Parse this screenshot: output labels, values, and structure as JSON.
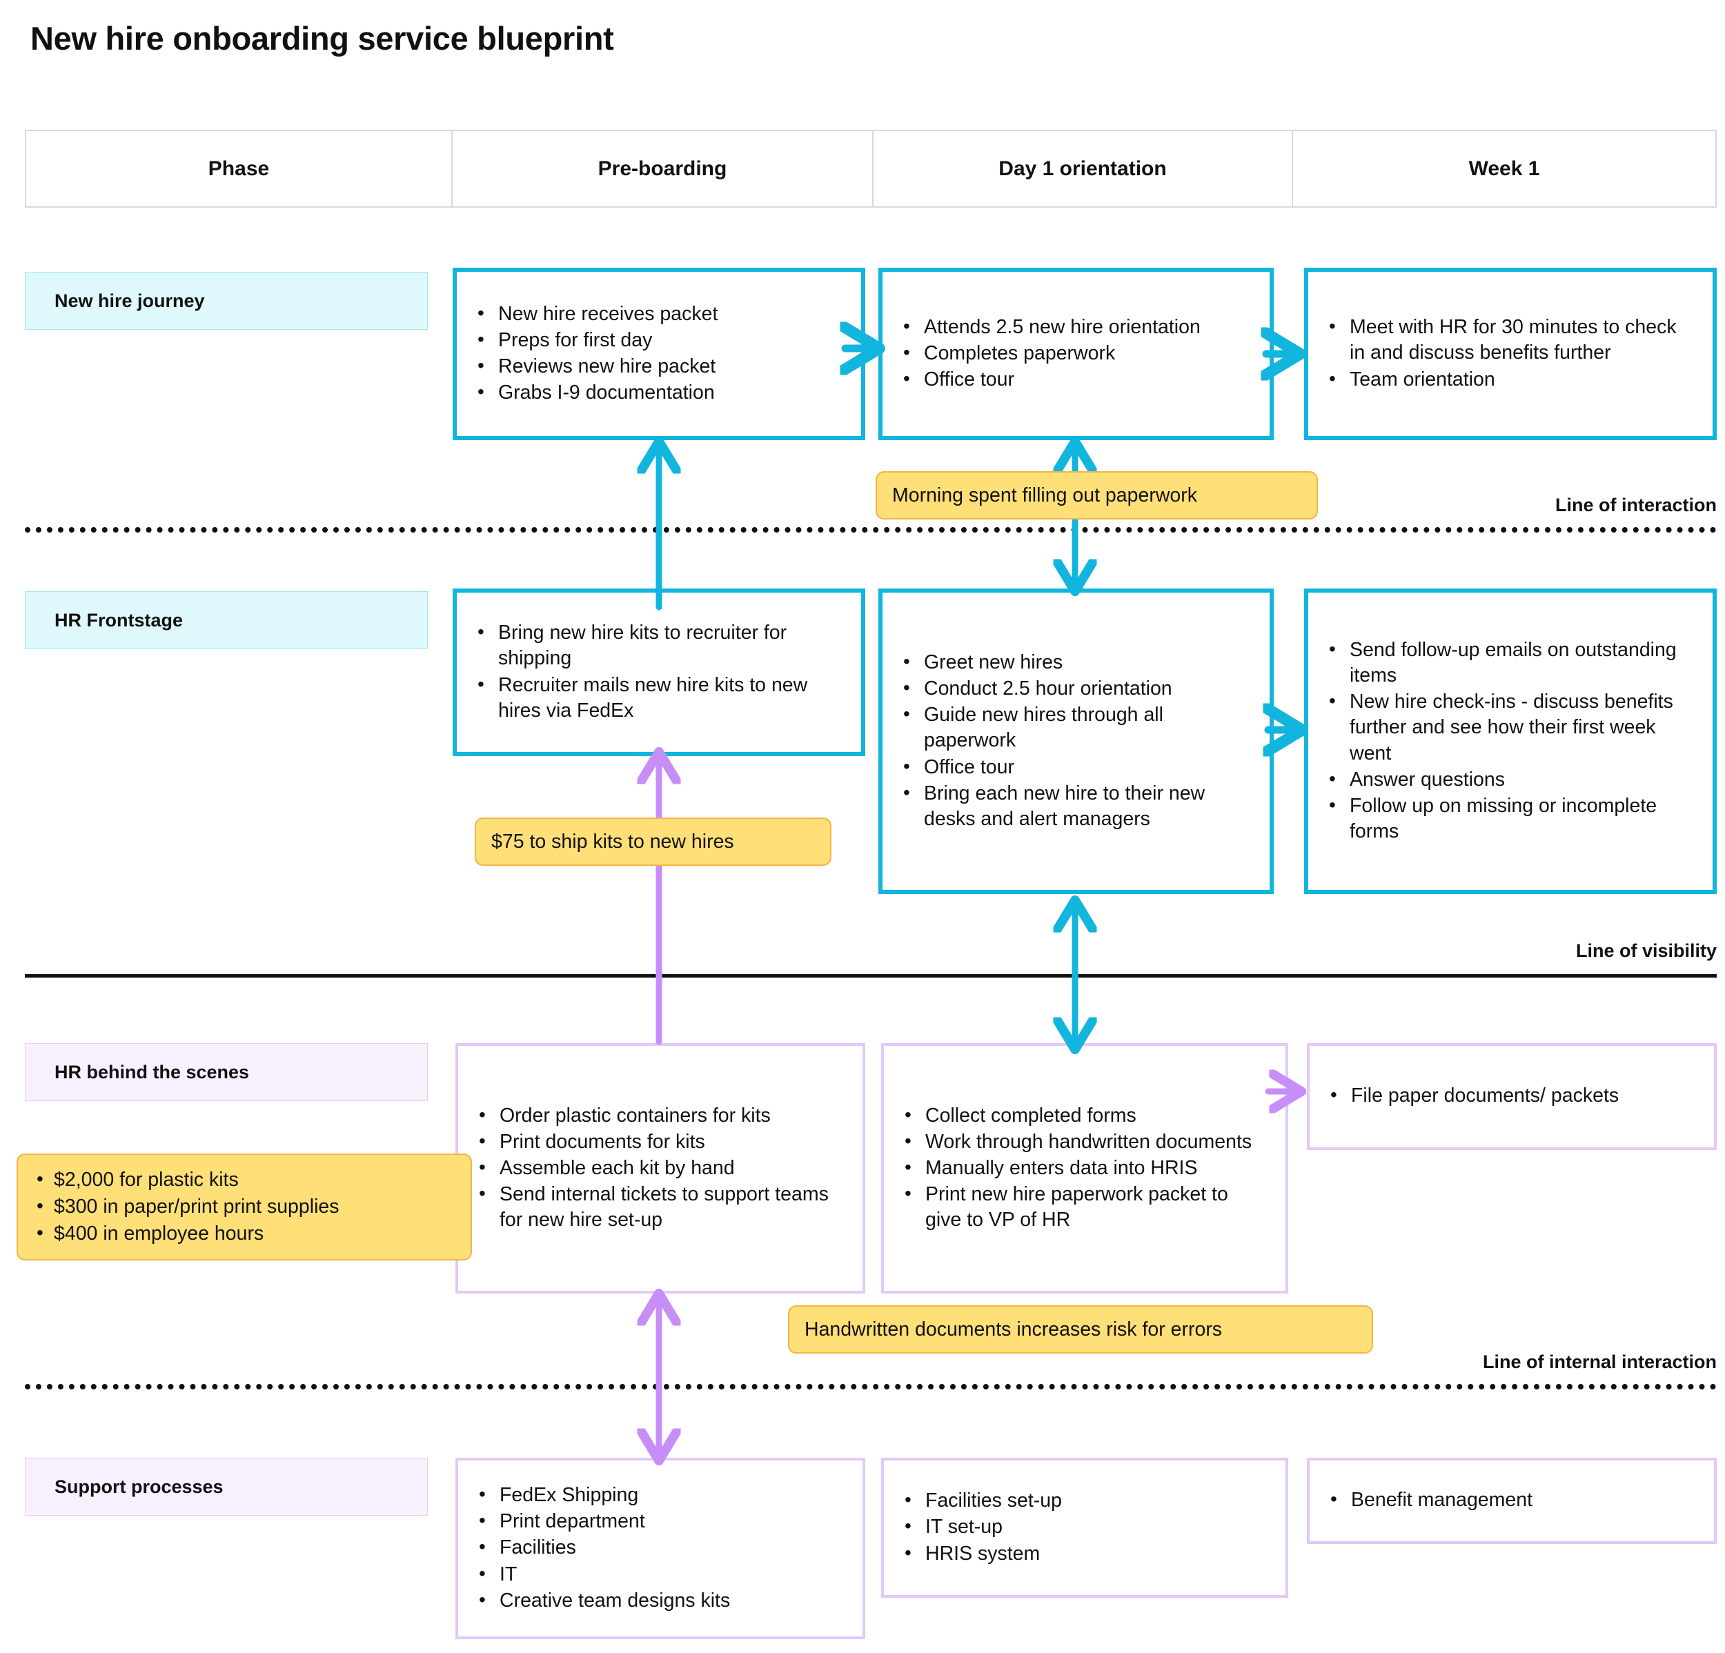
{
  "title": "New hire onboarding service blueprint",
  "colors": {
    "cyan_border": "#12b5de",
    "cyan_fill": "#dff8fb",
    "lilac_border": "#e2c9fb",
    "lilac_fill": "#f8f1fd",
    "callout_fill": "#ffdf77",
    "callout_border": "#f2b544",
    "purple_arrow": "#c78ef8",
    "line_color": "#111111"
  },
  "header": {
    "cells": [
      {
        "label": "Phase"
      },
      {
        "label": "Pre-boarding"
      },
      {
        "label": "Day 1 orientation"
      },
      {
        "label": "Week 1"
      }
    ]
  },
  "rows": [
    {
      "label": "New hire journey",
      "cells": [
        {
          "column": "Pre-boarding",
          "items": [
            "New hire receives packet",
            "Preps for first day",
            "Reviews new hire packet",
            "Grabs I-9 documentation"
          ]
        },
        {
          "column": "Day 1 orientation",
          "items": [
            "Attends 2.5 new hire orientation",
            "Completes paperwork",
            "Office tour"
          ]
        },
        {
          "column": "Week 1",
          "items": [
            "Meet with HR for 30 minutes to check in and discuss benefits further",
            "Team orientation"
          ]
        }
      ]
    },
    {
      "label": "HR Frontstage",
      "cells": [
        {
          "column": "Pre-boarding",
          "items": [
            "Bring new hire kits to recruiter for shipping",
            "Recruiter mails new hire kits to new hires via FedEx"
          ]
        },
        {
          "column": "Day 1 orientation",
          "items": [
            "Greet new hires",
            "Conduct 2.5 hour orientation",
            "Guide new hires through all paperwork",
            "Office tour",
            "Bring each new hire to their new desks and alert managers"
          ]
        },
        {
          "column": "Week 1",
          "items": [
            "Send follow-up emails on outstanding items",
            "New hire check-ins - discuss benefits further and see how their first week went",
            "Answer questions",
            "Follow up on missing or incomplete forms"
          ]
        }
      ]
    },
    {
      "label": "HR behind the scenes",
      "cells": [
        {
          "column": "Pre-boarding",
          "items": [
            "Order plastic containers for kits",
            "Print documents for kits",
            "Assemble each kit by hand",
            "Send internal tickets to support teams for new hire set-up"
          ]
        },
        {
          "column": "Day 1 orientation",
          "items": [
            "Collect completed forms",
            "Work through handwritten documents",
            "Manually enters data into HRIS",
            "Print new hire paperwork packet to give to VP of HR"
          ]
        },
        {
          "column": "Week 1",
          "items": [
            "File paper documents/ packets"
          ]
        }
      ]
    },
    {
      "label": "Support processes",
      "cells": [
        {
          "column": "Pre-boarding",
          "items": [
            "FedEx Shipping",
            "Print department",
            "Facilities",
            "IT",
            "Creative team designs kits"
          ]
        },
        {
          "column": "Day 1 orientation",
          "items": [
            "Facilities set-up",
            "IT set-up",
            "HRIS system"
          ]
        },
        {
          "column": "Week 1",
          "items": [
            "Benefit management"
          ]
        }
      ]
    }
  ],
  "separators": [
    {
      "label": "Line of interaction",
      "style": "dotted"
    },
    {
      "label": "Line of visibility",
      "style": "solid"
    },
    {
      "label": "Line of internal interaction",
      "style": "dotted"
    }
  ],
  "callouts": [
    {
      "text": "Morning spent filling out paperwork"
    },
    {
      "text": "$75 to ship kits to new hires"
    },
    {
      "text": "Handwritten documents increases risk for errors"
    }
  ],
  "cost_callout": {
    "items": [
      "$2,000 for plastic kits",
      "$300 in paper/print print supplies",
      "$400 in employee hours"
    ]
  }
}
